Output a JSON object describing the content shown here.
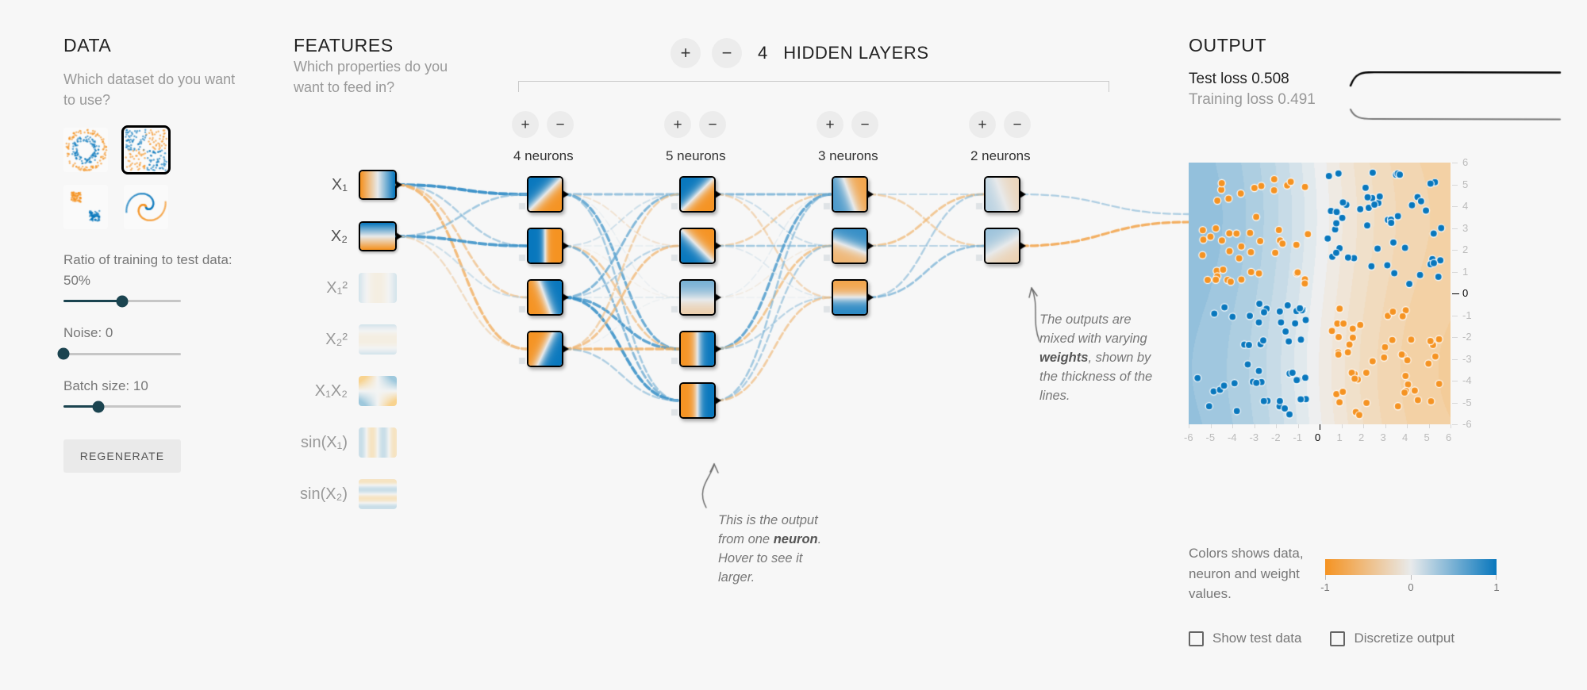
{
  "data_panel": {
    "title": "DATA",
    "subtitle": "Which dataset do you want to use?",
    "datasets": [
      {
        "name": "circle",
        "selected": false
      },
      {
        "name": "xor",
        "selected": true
      },
      {
        "name": "gauss",
        "selected": false
      },
      {
        "name": "spiral",
        "selected": false
      }
    ],
    "sliders": [
      {
        "name": "ratio",
        "label": "Ratio of training to test data:  50%",
        "value": 50,
        "percent": 50
      },
      {
        "name": "noise",
        "label": "Noise:  0",
        "value": 0,
        "percent": 0
      },
      {
        "name": "batch",
        "label": "Batch size:  10",
        "value": 10,
        "percent": 30
      }
    ],
    "regenerate_label": "REGENERATE"
  },
  "features_panel": {
    "title": "FEATURES",
    "subtitle": "Which properties do you want to feed in?",
    "features": [
      {
        "id": "x1",
        "label": "X₁",
        "active": true,
        "kind": "x1"
      },
      {
        "id": "x2",
        "label": "X₂",
        "active": true,
        "kind": "x2"
      },
      {
        "id": "x1sq",
        "label": "X₁²",
        "active": false,
        "kind": "x1sq"
      },
      {
        "id": "x2sq",
        "label": "X₂²",
        "active": false,
        "kind": "x2sq"
      },
      {
        "id": "x1x2",
        "label": "X₁X₂",
        "active": false,
        "kind": "x1x2"
      },
      {
        "id": "sinx1",
        "label": "sin(X₁)",
        "active": false,
        "kind": "sinx1"
      },
      {
        "id": "sinx2",
        "label": "sin(X₂)",
        "active": false,
        "kind": "sinx2"
      }
    ]
  },
  "network": {
    "hidden_layers_count": "4",
    "hidden_layers_label": "HIDDEN LAYERS",
    "add_layer_label": "+",
    "remove_layer_label": "−",
    "add_neuron_label": "+",
    "remove_neuron_label": "−",
    "layers": [
      {
        "index": 0,
        "neurons": 4,
        "count_label": "4 neurons"
      },
      {
        "index": 1,
        "neurons": 5,
        "count_label": "5 neurons"
      },
      {
        "index": 2,
        "neurons": 3,
        "count_label": "3 neurons"
      },
      {
        "index": 3,
        "neurons": 2,
        "count_label": "2 neurons"
      }
    ],
    "annotation_neuron": "This is the output from one neuron. Hover to see it larger.",
    "annotation_weights": "The outputs are mixed with varying weights, shown by the thickness of the lines."
  },
  "output_panel": {
    "title": "OUTPUT",
    "test_loss_label": "Test loss 0.508",
    "training_loss_label": "Training loss 0.491",
    "test_loss": 0.508,
    "training_loss": 0.491,
    "x_ticks": [
      "-6",
      "-5",
      "-4",
      "-3",
      "-2",
      "-1",
      "0",
      "1",
      "2",
      "3",
      "4",
      "5",
      "6"
    ],
    "y_ticks": [
      "6",
      "5",
      "4",
      "3",
      "2",
      "1",
      "0",
      "-1",
      "-2",
      "-3",
      "-4",
      "-5",
      "-6"
    ],
    "legend_text": "Colors shows data, neuron and weight values.",
    "legend_ticks": [
      "-1",
      "0",
      "1"
    ],
    "checkboxes": [
      {
        "name": "show-test-data",
        "label": "Show test data",
        "checked": false
      },
      {
        "name": "discretize-output",
        "label": "Discretize output",
        "checked": false
      }
    ]
  },
  "colors": {
    "positive": "#0877bd",
    "negative": "#f59322",
    "neutral": "#e8eaeb",
    "accent_dark": "#1b4450",
    "background": "#f7f7f7"
  },
  "chart_data": {
    "type": "scatter",
    "title": "OUTPUT",
    "xlabel": "",
    "ylabel": "",
    "xlim": [
      -6,
      6
    ],
    "ylim": [
      -6,
      6
    ],
    "grid": false,
    "legend": "bottom",
    "dataset": "xor",
    "series": [
      {
        "name": "class -1 (orange)",
        "color": "#f59322",
        "count": 100
      },
      {
        "name": "class +1 (blue)",
        "color": "#0877bd",
        "count": 100
      }
    ],
    "background_field": "decision boundary: blue (left) to orange (right) horizontal gradient"
  }
}
